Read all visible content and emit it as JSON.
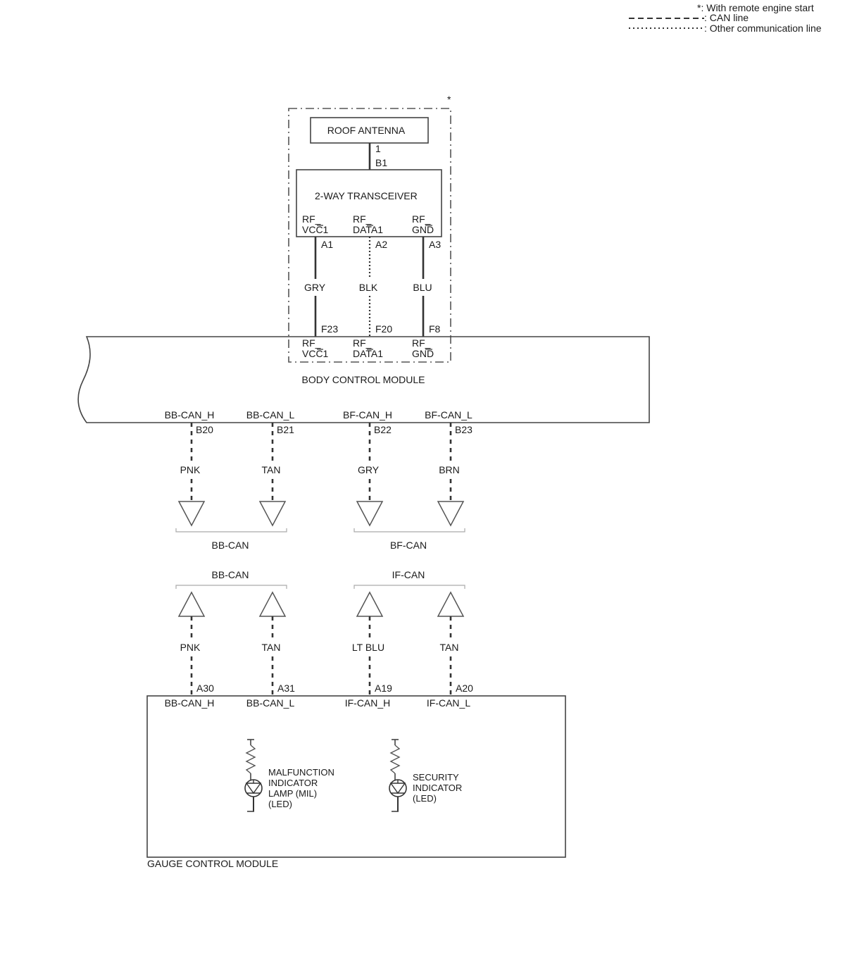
{
  "legend": {
    "remote": "*: With remote engine start",
    "can": ": CAN line",
    "other": ": Other communication line"
  },
  "star": "*",
  "roof_antenna": {
    "label": "ROOF ANTENNA",
    "pin": "1"
  },
  "transceiver": {
    "label": "2-WAY TRANSCEIVER",
    "connector": "B1",
    "pins": [
      {
        "line1": "RF_",
        "line2": "VCC1",
        "pin": "A1"
      },
      {
        "line1": "RF_",
        "line2": "DATA1",
        "pin": "A2"
      },
      {
        "line1": "RF_",
        "line2": "GND",
        "pin": "A3"
      }
    ]
  },
  "rf_wires": [
    {
      "color": "GRY",
      "bcm_pin": "F23"
    },
    {
      "color": "BLK",
      "bcm_pin": "F20"
    },
    {
      "color": "BLU",
      "bcm_pin": "F8"
    }
  ],
  "bcm": {
    "label": "BODY CONTROL MODULE",
    "rf_pins": [
      {
        "line1": "RF_",
        "line2": "VCC1"
      },
      {
        "line1": "RF_",
        "line2": "DATA1"
      },
      {
        "line1": "RF_",
        "line2": "GND"
      }
    ],
    "can_pins": [
      {
        "label": "BB-CAN_H",
        "pin": "B20",
        "wire": "PNK"
      },
      {
        "label": "BB-CAN_L",
        "pin": "B21",
        "wire": "TAN"
      },
      {
        "label": "BF-CAN_H",
        "pin": "B22",
        "wire": "GRY"
      },
      {
        "label": "BF-CAN_L",
        "pin": "B23",
        "wire": "BRN"
      }
    ],
    "bus_groups": [
      "BB-CAN",
      "BF-CAN"
    ]
  },
  "gauge": {
    "label": "GAUGE CONTROL MODULE",
    "bus_groups": [
      "BB-CAN",
      "IF-CAN"
    ],
    "can_pins": [
      {
        "label": "BB-CAN_H",
        "pin": "A30",
        "wire": "PNK"
      },
      {
        "label": "BB-CAN_L",
        "pin": "A31",
        "wire": "TAN"
      },
      {
        "label": "IF-CAN_H",
        "pin": "A19",
        "wire": "LT BLU"
      },
      {
        "label": "IF-CAN_L",
        "pin": "A20",
        "wire": "TAN"
      }
    ],
    "mil": [
      "MALFUNCTION",
      "INDICATOR",
      "LAMP (MIL)",
      "(LED)"
    ],
    "security": [
      "SECURITY",
      "INDICATOR",
      "(LED)"
    ]
  }
}
